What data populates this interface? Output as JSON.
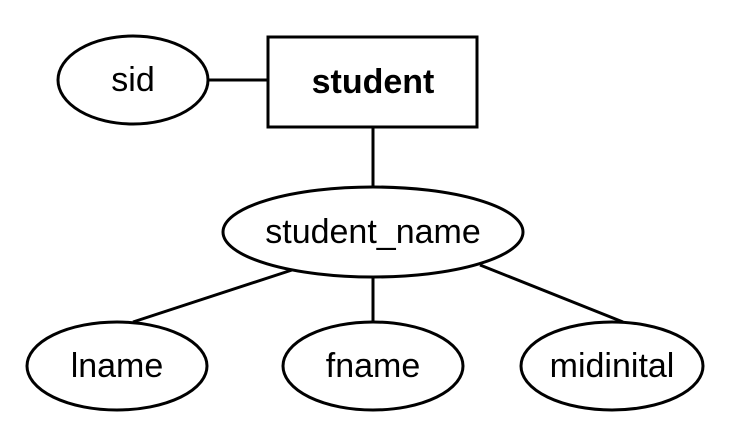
{
  "diagram": {
    "entity": {
      "label": "student"
    },
    "attributes": {
      "sid": "sid",
      "composite": "student_name",
      "lname": "lname",
      "fname": "fname",
      "midinital": "midinital"
    },
    "colors": {
      "stroke": "#000000",
      "fill": "#ffffff"
    }
  }
}
